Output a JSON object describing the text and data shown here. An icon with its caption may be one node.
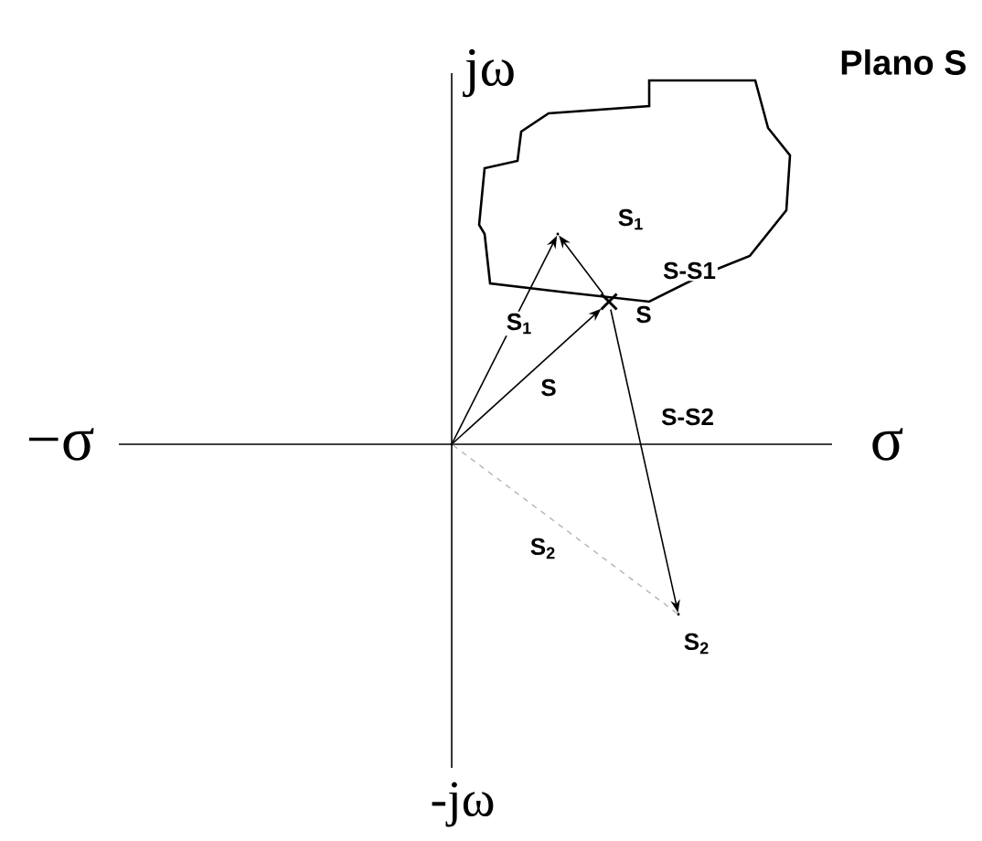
{
  "diagram": {
    "title": "Plano S",
    "nodes": [
      {
        "text": [],
        "shape": "dot"
      },
      {
        "text": [],
        "shape": "dot",
        "beside": [
          "S$_{1}$"
        ]
      },
      {
        "text": [],
        "shape": "cross",
        "beside": [
          "S"
        ]
      },
      {
        "text": [],
        "shape": "dot",
        "beside": [
          "S$_{2}$"
        ]
      }
    ],
    "edges": [
      {
        "from": 0,
        "to": 1,
        "arrow": "to",
        "label": "S$_{1}$"
      },
      {
        "from": 0,
        "to": 2,
        "arrow": "to",
        "label": "S"
      },
      {
        "from": 2,
        "to": 1,
        "arrow": "to",
        "label": "S-S1"
      },
      {
        "from": 2,
        "to": 3,
        "arrow": "to",
        "label": "S-S2"
      },
      {
        "from": 0,
        "to": 3,
        "arrow": "none",
        "label": "S$_{2}$",
        "style": "dashed",
        "color": "#bbbbbb"
      }
    ],
    "labels": [
      "jω",
      "−σ",
      "σ",
      "-jω"
    ]
  }
}
